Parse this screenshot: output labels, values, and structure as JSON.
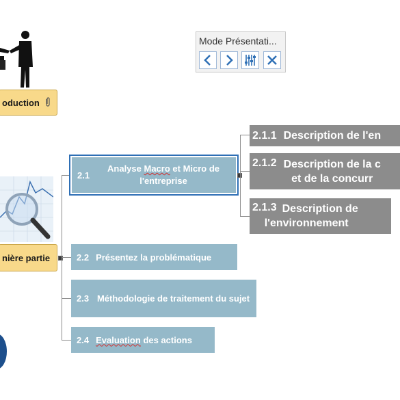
{
  "toolbar": {
    "title": "Mode Présentati...",
    "buttons": [
      {
        "icon": "chevron-left-icon"
      },
      {
        "icon": "chevron-right-icon"
      },
      {
        "icon": "sliders-icon"
      },
      {
        "icon": "close-icon"
      }
    ],
    "accent": "#2e6fb5"
  },
  "nodes": {
    "introduction": {
      "label": "oduction"
    },
    "part_one": {
      "label": "nière partie"
    },
    "n2_1": {
      "num": "2.1",
      "text_a": "Analyse ",
      "text_spell": "Macro",
      "text_b": " et Micro de l'entreprise"
    },
    "n2_2": {
      "num": "2.2",
      "text": "Présentez la problématique"
    },
    "n2_3": {
      "num": "2.3",
      "text": "Méthodologie de traitement du sujet"
    },
    "n2_4": {
      "num": "2.4",
      "text_spell": "Evaluation",
      "text_b": " des actions"
    },
    "n2_1_1": {
      "num": "2.1.1",
      "text": "Description de l'en"
    },
    "n2_1_2": {
      "num": "2.1.2",
      "text_a": "Description de la c",
      "text_b": "et de la concurr"
    },
    "n2_1_3": {
      "num": "2.1.3",
      "text_a": "Description de",
      "text_b": "l'environnement"
    }
  },
  "colors": {
    "gold": "#f8d98a",
    "blue_node": "#95b9c9",
    "gray_node": "#8c8c8c",
    "selection": "#2e6fb5"
  }
}
